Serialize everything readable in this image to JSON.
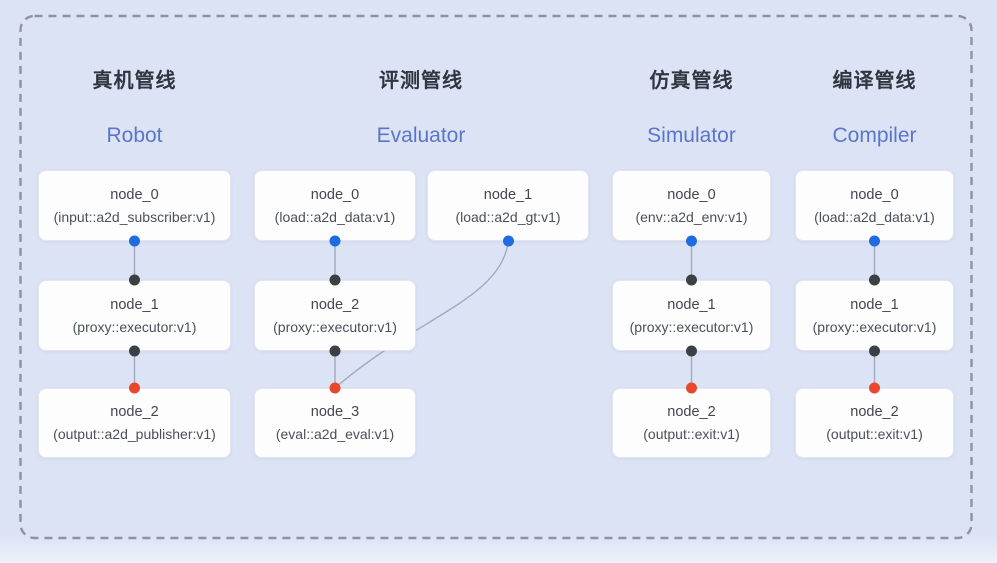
{
  "colors": {
    "background": "#dce3f5",
    "frame_dash": "#8d93a0",
    "card_bg": "#fdfdfe",
    "card_border": "#e3e6ef",
    "node_text": "#43484f",
    "title_zh": "#30353f",
    "title_en": "#5b76c9",
    "connector": "#a0aabf",
    "dot_blue": "#1e6ce0",
    "dot_dark": "#3c4043",
    "dot_red": "#e8482e"
  },
  "pipelines": [
    {
      "title_zh": "真机管线",
      "title_en": "Robot",
      "nodes": [
        {
          "name": "node_0",
          "type": "(input::a2d_subscriber:v1)"
        },
        {
          "name": "node_1",
          "type": "(proxy::executor:v1)"
        },
        {
          "name": "node_2",
          "type": "(output::a2d_publisher:v1)"
        }
      ]
    },
    {
      "title_zh": "评测管线",
      "title_en": "Evaluator",
      "nodes": [
        {
          "name": "node_0",
          "type": "(load::a2d_data:v1)"
        },
        {
          "name": "node_1",
          "type": "(load::a2d_gt:v1)"
        },
        {
          "name": "node_2",
          "type": "(proxy::executor:v1)"
        },
        {
          "name": "node_3",
          "type": "(eval::a2d_eval:v1)"
        }
      ]
    },
    {
      "title_zh": "仿真管线",
      "title_en": "Simulator",
      "nodes": [
        {
          "name": "node_0",
          "type": "(env::a2d_env:v1)"
        },
        {
          "name": "node_1",
          "type": "(proxy::executor:v1)"
        },
        {
          "name": "node_2",
          "type": "(output::exit:v1)"
        }
      ]
    },
    {
      "title_zh": "编译管线",
      "title_en": "Compiler",
      "nodes": [
        {
          "name": "node_0",
          "type": "(load::a2d_data:v1)"
        },
        {
          "name": "node_1",
          "type": "(proxy::executor:v1)"
        },
        {
          "name": "node_2",
          "type": "(output::exit:v1)"
        }
      ]
    }
  ]
}
